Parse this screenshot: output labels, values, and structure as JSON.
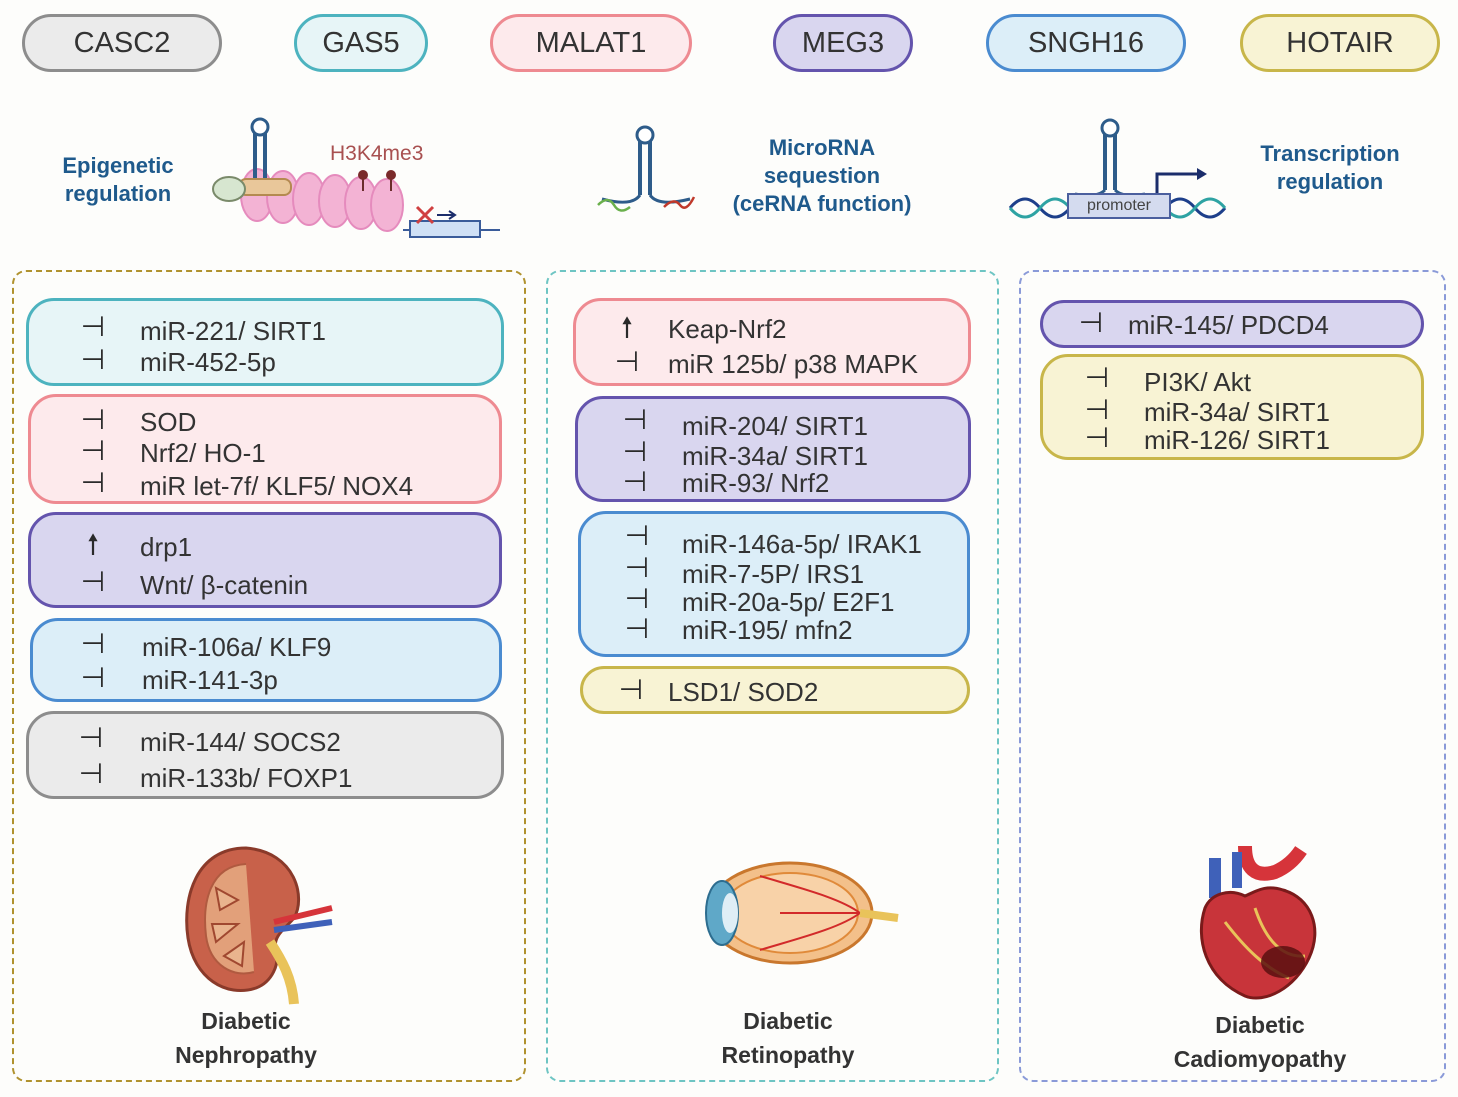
{
  "lncrnas": [
    {
      "name": "CASC2",
      "fill": "#ebebeb",
      "stroke": "#8d8d8d"
    },
    {
      "name": "GAS5",
      "fill": "#e7f5f7",
      "stroke": "#4db3bf"
    },
    {
      "name": "MALAT1",
      "fill": "#fdeaec",
      "stroke": "#ee8a91"
    },
    {
      "name": "MEG3",
      "fill": "#d9d6ef",
      "stroke": "#6454ad"
    },
    {
      "name": "SNGH16",
      "fill": "#dceef8",
      "stroke": "#4a8bd0"
    },
    {
      "name": "HOTAIR",
      "fill": "#f8f3d4",
      "stroke": "#c8b64a"
    }
  ],
  "mechanisms": {
    "epigenetic": {
      "line1": "Epigenetic",
      "line2": "regulation",
      "mark": "H3K4me3"
    },
    "microrna": {
      "line1": "MicroRNA",
      "line2": "sequestion",
      "line3": "(ceRNA function)"
    },
    "transcription": {
      "line1": "Transcription",
      "line2": "regulation",
      "promoter": "promoter"
    }
  },
  "symbols": {
    "inhibit": "⊣",
    "up": "🠕"
  },
  "panels": {
    "nephropathy": {
      "caption1": "Diabetic",
      "caption2": "Nephropathy",
      "boxes": [
        {
          "lnc": "GAS5",
          "items": [
            {
              "sym": "inhibit",
              "text": "miR-221/ SIRT1"
            },
            {
              "sym": "inhibit",
              "text": "miR-452-5p"
            }
          ]
        },
        {
          "lnc": "MALAT1",
          "items": [
            {
              "sym": "inhibit",
              "text": "SOD"
            },
            {
              "sym": "inhibit",
              "text": "Nrf2/ HO-1"
            },
            {
              "sym": "inhibit",
              "text": "miR let-7f/ KLF5/ NOX4"
            }
          ]
        },
        {
          "lnc": "MEG3",
          "items": [
            {
              "sym": "up",
              "text": "drp1"
            },
            {
              "sym": "inhibit",
              "text": "Wnt/ β-catenin"
            }
          ]
        },
        {
          "lnc": "SNGH16",
          "items": [
            {
              "sym": "inhibit",
              "text": "miR-106a/ KLF9"
            },
            {
              "sym": "inhibit",
              "text": "miR-141-3p"
            }
          ]
        },
        {
          "lnc": "CASC2",
          "items": [
            {
              "sym": "inhibit",
              "text": "miR-144/ SOCS2"
            },
            {
              "sym": "inhibit",
              "text": "miR-133b/ FOXP1"
            }
          ]
        }
      ]
    },
    "retinopathy": {
      "caption1": "Diabetic",
      "caption2": "Retinopathy",
      "boxes": [
        {
          "lnc": "MALAT1",
          "items": [
            {
              "sym": "up",
              "text": "Keap-Nrf2"
            },
            {
              "sym": "inhibit",
              "text": "miR 125b/ p38 MAPK"
            }
          ]
        },
        {
          "lnc": "MEG3",
          "items": [
            {
              "sym": "inhibit",
              "text": "miR-204/ SIRT1"
            },
            {
              "sym": "inhibit",
              "text": "miR-34a/ SIRT1"
            },
            {
              "sym": "inhibit",
              "text": "miR-93/ Nrf2"
            }
          ]
        },
        {
          "lnc": "SNGH16",
          "items": [
            {
              "sym": "inhibit",
              "text": "miR-146a-5p/ IRAK1"
            },
            {
              "sym": "inhibit",
              "text": "miR-7-5P/ IRS1"
            },
            {
              "sym": "inhibit",
              "text": "miR-20a-5p/ E2F1"
            },
            {
              "sym": "inhibit",
              "text": "miR-195/ mfn2"
            }
          ]
        },
        {
          "lnc": "HOTAIR",
          "items": [
            {
              "sym": "inhibit",
              "text": "LSD1/ SOD2"
            }
          ]
        }
      ]
    },
    "cardiomyopathy": {
      "caption1": "Diabetic",
      "caption2": "Cadiomyopathy",
      "boxes": [
        {
          "lnc": "MEG3",
          "items": [
            {
              "sym": "inhibit",
              "text": "miR-145/ PDCD4"
            }
          ]
        },
        {
          "lnc": "HOTAIR",
          "items": [
            {
              "sym": "inhibit",
              "text": "PI3K/ Akt"
            },
            {
              "sym": "inhibit",
              "text": "miR-34a/ SIRT1"
            },
            {
              "sym": "inhibit",
              "text": "miR-126/ SIRT1"
            }
          ]
        }
      ]
    }
  }
}
